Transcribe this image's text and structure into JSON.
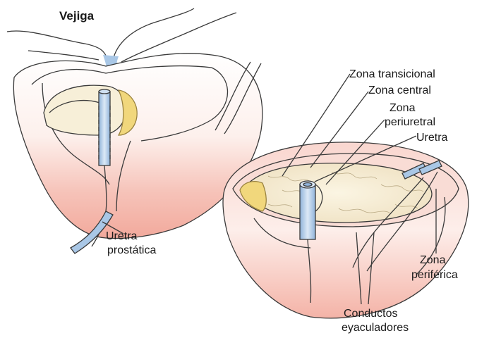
{
  "labels": {
    "bladder": "Vejiga",
    "transitional_zone": "Zona transicional",
    "central_zone": "Zona central",
    "periurethral_line1": "Zona",
    "periurethral_line2": "periuretral",
    "urethra": "Uretra",
    "prostatic_urethra_line1": "Uretra",
    "prostatic_urethra_line2": "prostática",
    "peripheral_zone_line1": "Zona",
    "peripheral_zone_line2": "periférica",
    "ejaculatory_ducts_line1": "Conductos",
    "ejaculatory_ducts_line2": "eyaculadores"
  },
  "colors": {
    "outline": "#3a3a3a",
    "gland_pink": "#f4b7ae",
    "transition_cream": "#f3ead2",
    "central_yellow": "#f1d77c",
    "urethra_blue": "#a9c7e6"
  }
}
